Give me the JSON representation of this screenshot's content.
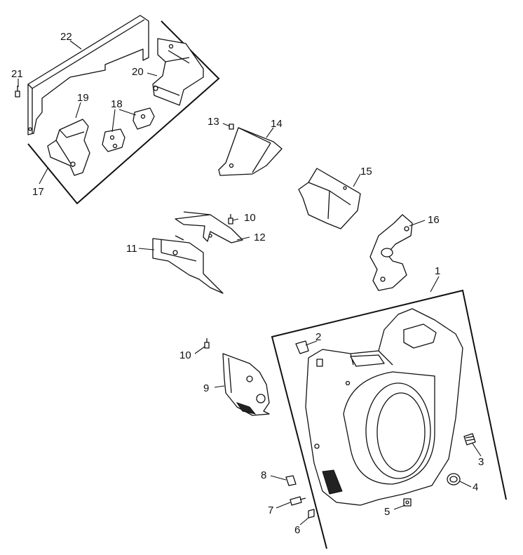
{
  "callouts": {
    "c1": "1",
    "c2": "2",
    "c3": "3",
    "c4": "4",
    "c5": "5",
    "c6": "6",
    "c7": "7",
    "c8": "8",
    "c9": "9",
    "c10a": "10",
    "c10b": "10",
    "c11": "11",
    "c12": "12",
    "c13": "13",
    "c14": "14",
    "c15": "15",
    "c16": "16",
    "c17": "17",
    "c18": "18",
    "c19": "19",
    "c20": "20",
    "c21": "21",
    "c22": "22"
  }
}
